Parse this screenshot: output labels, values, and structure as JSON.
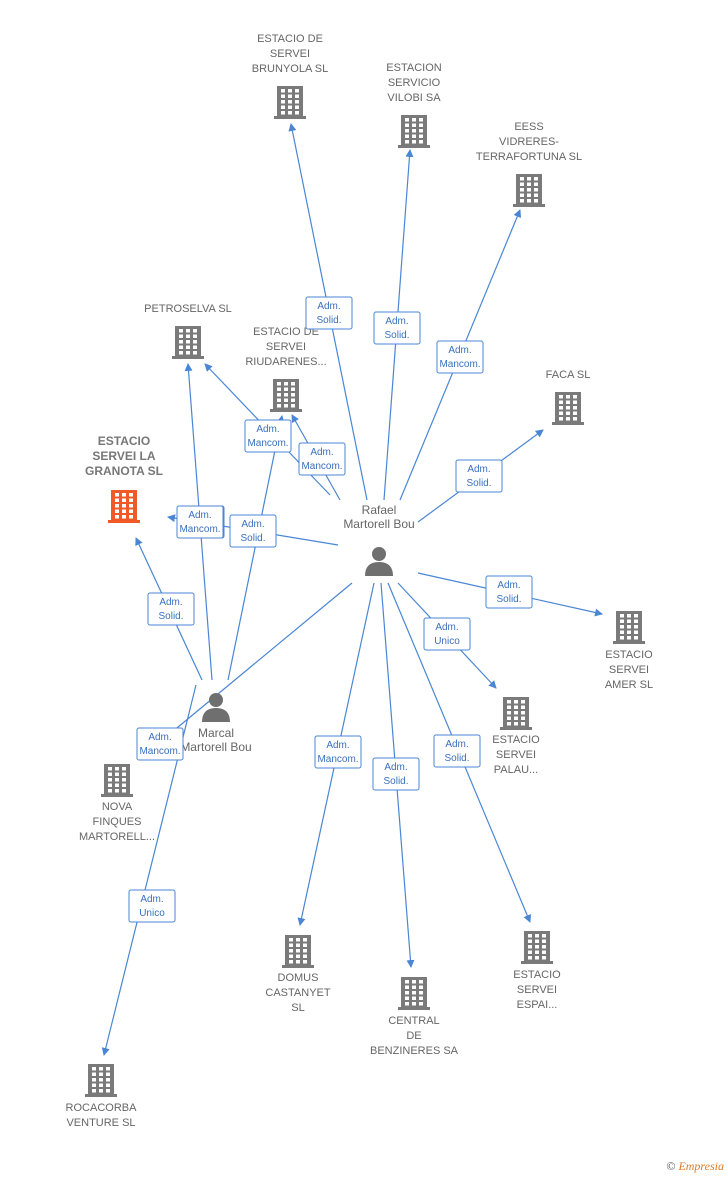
{
  "colors": {
    "edge": "#4a86d4",
    "company_icon": "#7a7a7a",
    "company_highlight": "#f05a28",
    "person_icon": "#6f6f6f"
  },
  "companies": [
    {
      "id": "brunyola",
      "lines": [
        "ESTACIO DE",
        "SERVEI",
        "BRUNYOLA  SL"
      ],
      "highlight": false
    },
    {
      "id": "vilobi",
      "lines": [
        "ESTACION",
        "SERVICIO",
        "VILOBI SA"
      ],
      "highlight": false
    },
    {
      "id": "vidreres",
      "lines": [
        "EESS",
        "VIDRERES-",
        "TERRAFORTUNA SL"
      ],
      "highlight": false
    },
    {
      "id": "petroselva",
      "lines": [
        "PETROSELVA SL"
      ],
      "highlight": false
    },
    {
      "id": "riudarenes",
      "lines": [
        "ESTACIO DE",
        "SERVEI",
        "RIUDARENES..."
      ],
      "highlight": false
    },
    {
      "id": "faca",
      "lines": [
        "FACA  SL"
      ],
      "highlight": false
    },
    {
      "id": "granota",
      "lines": [
        "ESTACIO",
        "SERVEI LA",
        "GRANOTA  SL"
      ],
      "highlight": true
    },
    {
      "id": "amer",
      "lines": [
        "ESTACIO",
        "SERVEI",
        "AMER  SL"
      ],
      "highlight": false
    },
    {
      "id": "palau",
      "lines": [
        "ESTACIO",
        "SERVEI",
        "PALAU..."
      ],
      "highlight": false
    },
    {
      "id": "nova",
      "lines": [
        "NOVA",
        "FINQUES",
        "MARTORELL..."
      ],
      "highlight": false
    },
    {
      "id": "domus",
      "lines": [
        "DOMUS",
        "CASTANYET",
        "SL"
      ],
      "highlight": false
    },
    {
      "id": "central",
      "lines": [
        "CENTRAL",
        "DE",
        "BENZINERES SA"
      ],
      "highlight": false
    },
    {
      "id": "espai",
      "lines": [
        "ESTACIO",
        "SERVEI",
        "ESPAI..."
      ],
      "highlight": false
    },
    {
      "id": "rocacorba",
      "lines": [
        "ROCACORBA",
        "VENTURE  SL"
      ],
      "highlight": false
    }
  ],
  "persons": [
    {
      "id": "rafael",
      "lines": [
        "Rafael",
        "Martorell Bou"
      ]
    },
    {
      "id": "marcal",
      "lines": [
        "Marcal",
        "Martorell Bou"
      ]
    }
  ],
  "edges": [
    {
      "from": "rafael",
      "to": "brunyola",
      "role": [
        "Adm.",
        "Solid."
      ]
    },
    {
      "from": "rafael",
      "to": "vilobi",
      "role": [
        "Adm.",
        "Solid."
      ]
    },
    {
      "from": "rafael",
      "to": "vidreres",
      "role": [
        "Adm.",
        "Mancom."
      ]
    },
    {
      "from": "rafael",
      "to": "riudarenes",
      "role": [
        "Adm.",
        "Mancom."
      ]
    },
    {
      "from": "rafael",
      "to": "petroselva",
      "role": [
        "Adm.",
        "Mancom."
      ]
    },
    {
      "from": "rafael",
      "to": "faca",
      "role": [
        "Adm.",
        "Solid."
      ]
    },
    {
      "from": "rafael",
      "to": "granota",
      "role": [
        "Adm.",
        "Mancom."
      ]
    },
    {
      "from": "rafael",
      "to": "amer",
      "role": [
        "Adm.",
        "Solid."
      ]
    },
    {
      "from": "rafael",
      "to": "palau",
      "role": [
        "Adm.",
        "Unico"
      ]
    },
    {
      "from": "rafael",
      "to": "espai",
      "role": [
        "Adm.",
        "Solid."
      ]
    },
    {
      "from": "rafael",
      "to": "central",
      "role": [
        "Adm.",
        "Solid."
      ]
    },
    {
      "from": "rafael",
      "to": "domus",
      "role": [
        "Adm.",
        "Mancom."
      ]
    },
    {
      "from": "rafael",
      "to": "nova",
      "role": [
        "Adm.",
        "Mancom."
      ]
    },
    {
      "from": "marcal",
      "to": "granota",
      "role": [
        "Adm.",
        "Solid."
      ]
    },
    {
      "from": "marcal",
      "to": "petroselva",
      "role": [
        "Adm.",
        "Mancom."
      ]
    },
    {
      "from": "marcal",
      "to": "riudarenes",
      "role": [
        "Adm.",
        "Solid."
      ]
    },
    {
      "from": "marcal",
      "to": "rocacorba",
      "role": [
        "Adm.",
        "Unico"
      ]
    }
  ],
  "watermark": {
    "symbol": "©",
    "brand": "Empresia"
  }
}
